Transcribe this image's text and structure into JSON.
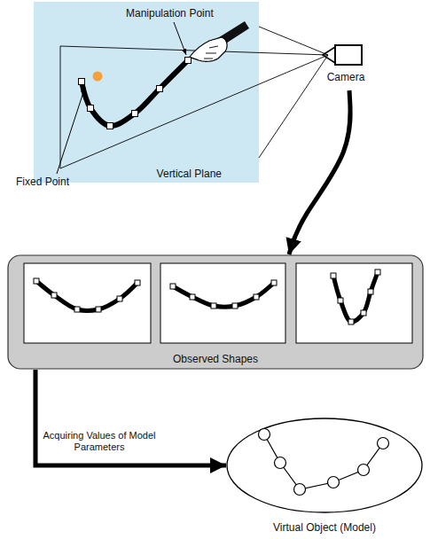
{
  "diagram": {
    "nodes": [
      {
        "text": [
          "Vertical Plane"
        ]
      },
      {
        "text": [
          "Camera"
        ]
      },
      {
        "text": [
          "Observed Shapes"
        ]
      },
      {
        "text": [
          "Virtual Object (Model)"
        ]
      }
    ],
    "edges": [
      {
        "from": 1,
        "to": 2,
        "arrow": "to"
      },
      {
        "from": 2,
        "to": 3,
        "arrow": "to",
        "label": "Acquiring Values of Model Parameters"
      }
    ],
    "labels": [
      "Manipulation Point",
      "Fixed Point"
    ]
  }
}
